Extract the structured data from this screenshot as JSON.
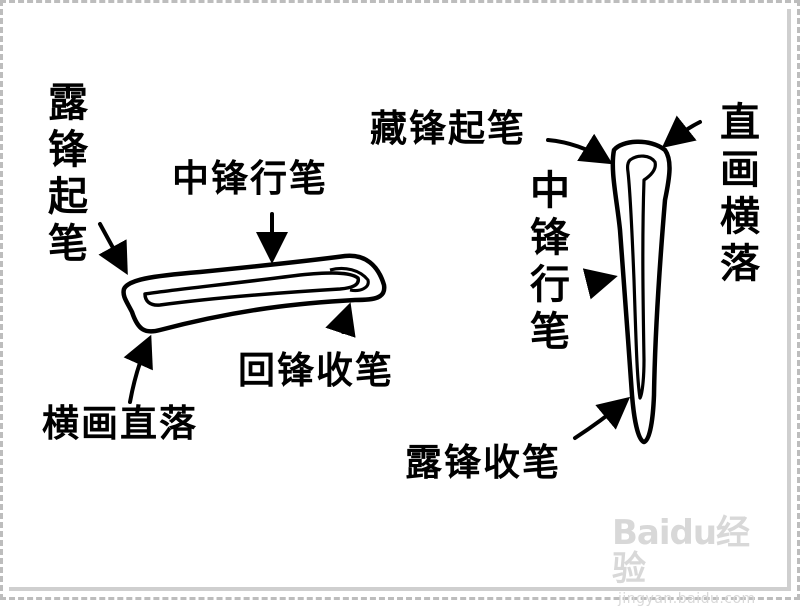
{
  "labels": {
    "lu_feng_qi_bi": "露\n锋\n起\n笔",
    "zhong_feng_xing_bi_left": "中锋行笔",
    "hui_feng_shou_bi": "回锋收笔",
    "heng_hua_zhi_luo": "横画直落",
    "cang_feng_qi_bi": "藏锋起笔",
    "zhong_feng_xing_bi_right": "中\n锋\n行\n笔",
    "zhi_hua_heng_luo": "直\n画\n横\n落",
    "lu_feng_shou_bi": "露锋收笔"
  },
  "watermark": {
    "brand": "Baidu经验",
    "url": "jingyan.baidu.com"
  }
}
